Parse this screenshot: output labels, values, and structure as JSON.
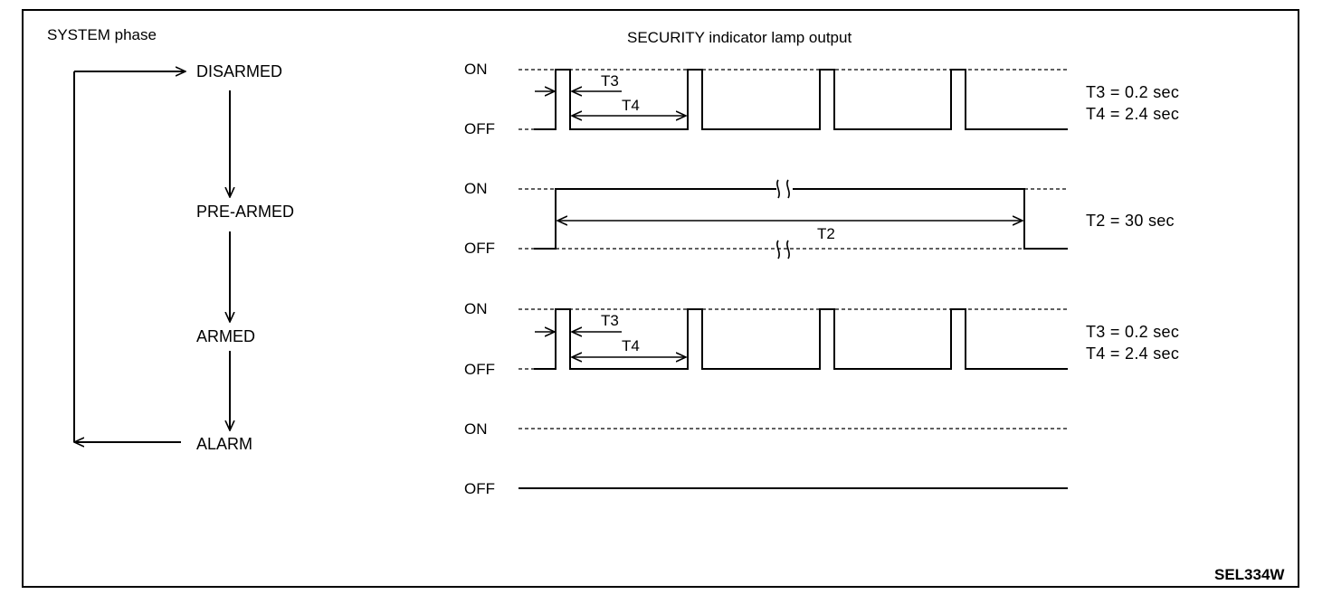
{
  "header": {
    "system_phase_label": "SYSTEM phase",
    "lamp_output_label": "SECURITY indicator lamp output"
  },
  "phases": [
    {
      "name": "DISARMED"
    },
    {
      "name": "PRE-ARMED"
    },
    {
      "name": "ARMED"
    },
    {
      "name": "ALARM"
    }
  ],
  "signal_levels": {
    "on": "ON",
    "off": "OFF"
  },
  "waveforms": [
    {
      "phase": "DISARMED",
      "pattern": "blink",
      "markers": [
        "T3",
        "T4"
      ],
      "timing": [
        "T3 = 0.2 sec",
        "T4 = 2.4 sec"
      ]
    },
    {
      "phase": "PRE-ARMED",
      "pattern": "continuous ON",
      "markers": [
        "T2"
      ],
      "timing": [
        "T2 = 30 sec"
      ]
    },
    {
      "phase": "ARMED",
      "pattern": "blink",
      "markers": [
        "T3",
        "T4"
      ],
      "timing": [
        "T3 = 0.2 sec",
        "T4 = 2.4 sec"
      ]
    },
    {
      "phase": "ALARM",
      "pattern": "OFF",
      "markers": [],
      "timing": []
    }
  ],
  "figure_code": "SEL334W",
  "colors": {
    "ink": "#000000",
    "background": "#ffffff"
  }
}
